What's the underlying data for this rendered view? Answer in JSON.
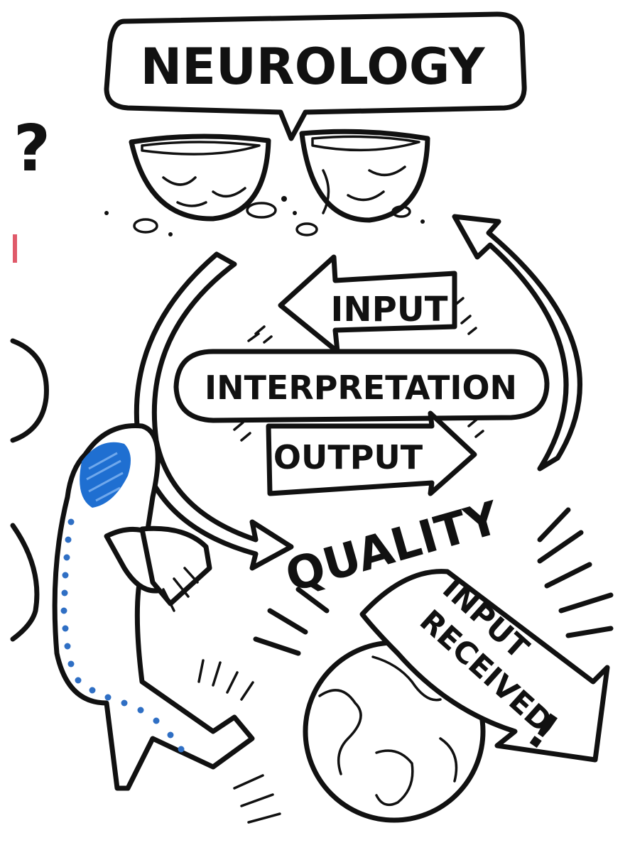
{
  "labels": {
    "title": "NEUROLOGY",
    "question": "?",
    "input": "INPUT",
    "interpretation": "INTERPRETATION",
    "output": "OUTPUT",
    "quality": "QUALITY",
    "banner_line1": "INPUT",
    "banner_line2": "RECEIVED",
    "banner_mark": "!"
  },
  "colors": {
    "ink": "#111111",
    "brain_highlight": "#1f6fd1",
    "nerve_dots": "#2f6fc4",
    "background": "#ffffff"
  }
}
